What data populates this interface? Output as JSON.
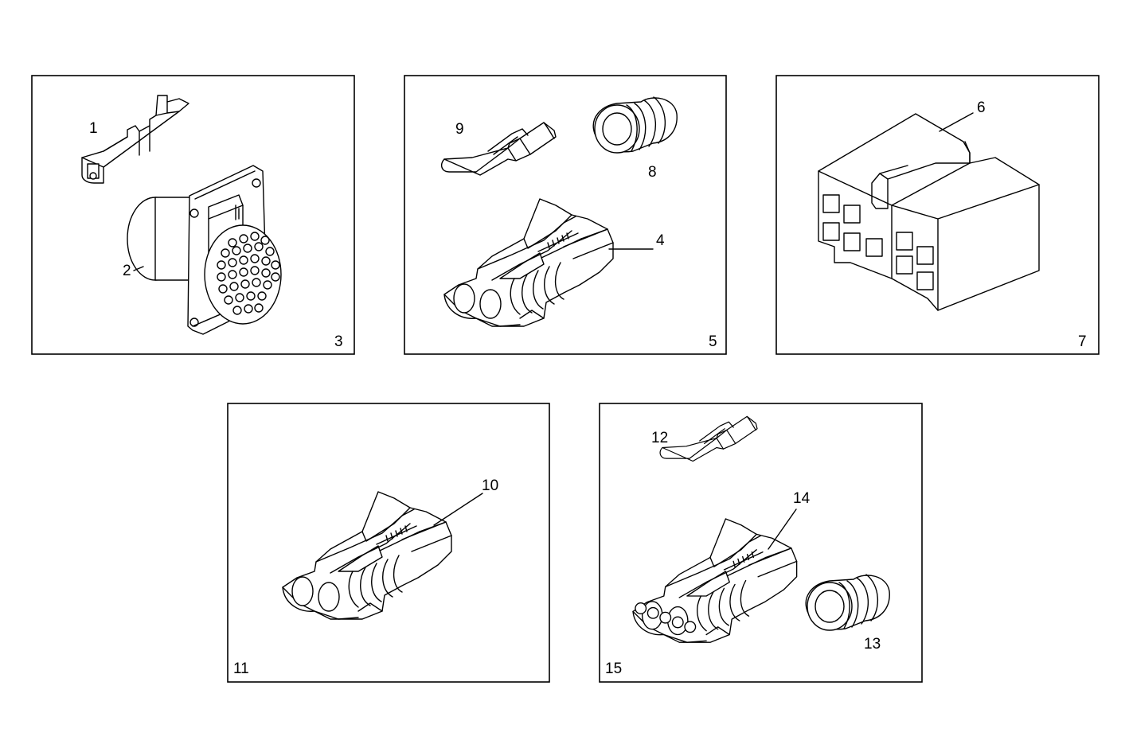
{
  "panels": [
    {
      "id": "panel-3",
      "label": "3",
      "callouts": [
        "1",
        "2"
      ]
    },
    {
      "id": "panel-5",
      "label": "5",
      "callouts": [
        "9",
        "8",
        "4"
      ]
    },
    {
      "id": "panel-7",
      "label": "7",
      "callouts": [
        "6"
      ]
    },
    {
      "id": "panel-11",
      "label": "11",
      "callouts": [
        "10"
      ]
    },
    {
      "id": "panel-15",
      "label": "15",
      "callouts": [
        "12",
        "14",
        "13"
      ]
    }
  ]
}
